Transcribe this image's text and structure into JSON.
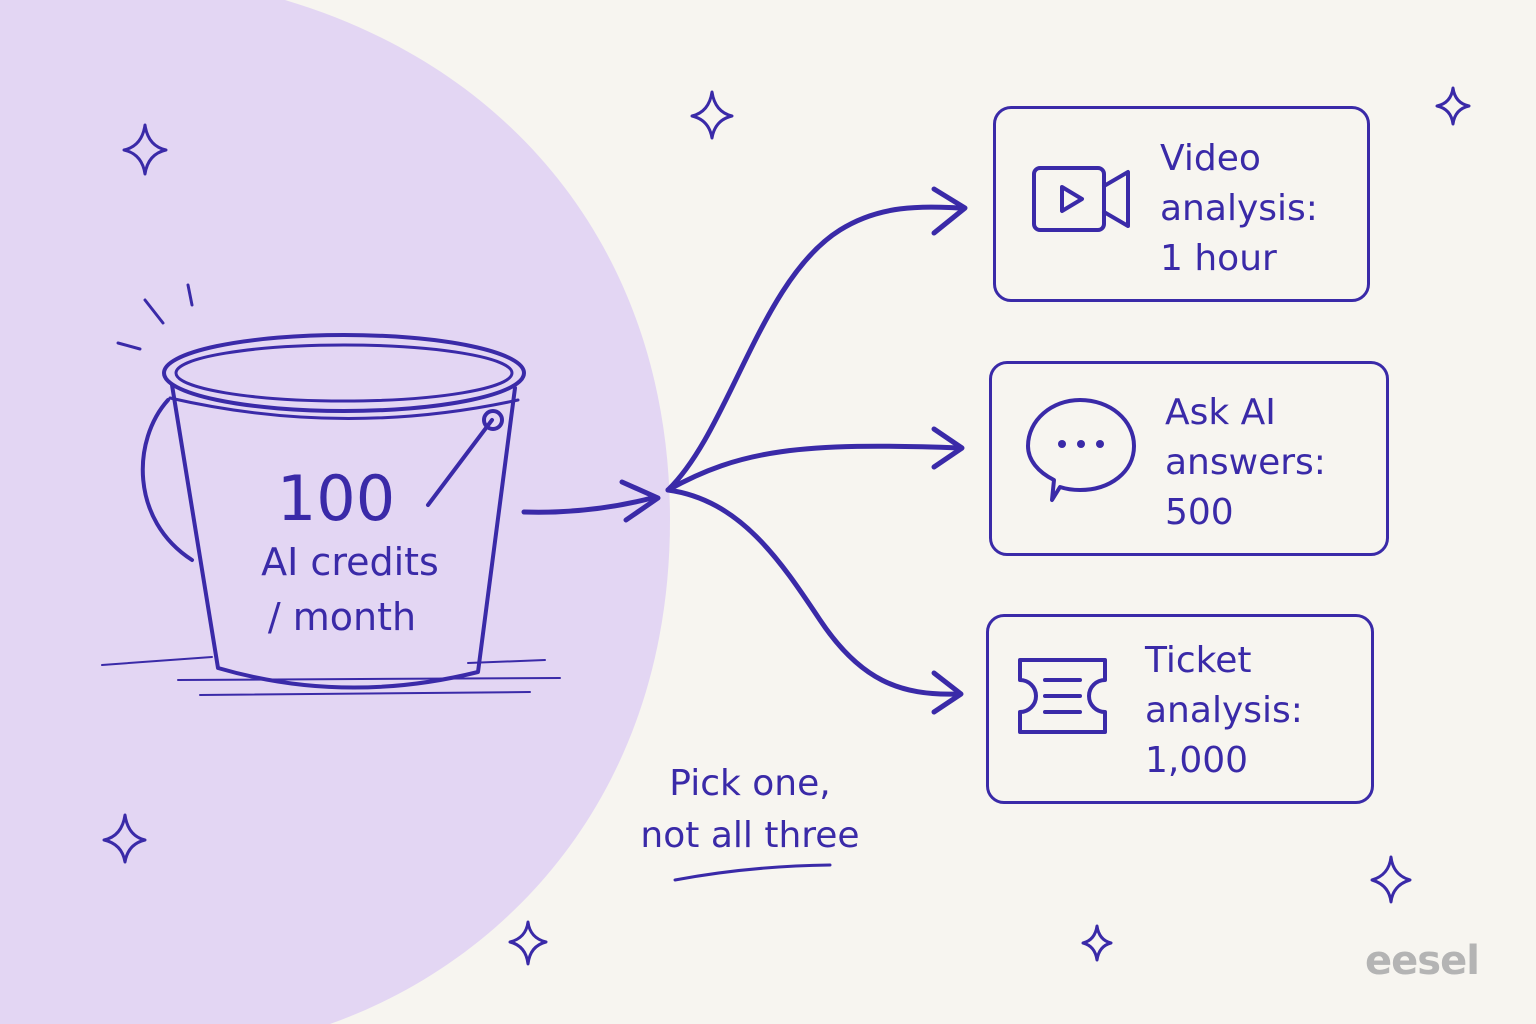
{
  "colors": {
    "ink": "#3a2aa8",
    "background": "#f7f5f0",
    "blob": "#e3d6f3",
    "logo": "#b4b4b4"
  },
  "bucket": {
    "amount": "100",
    "label_line1": "AI credits",
    "label_line2": "/ month"
  },
  "options": [
    {
      "icon": "video-camera-icon",
      "line1": "Video",
      "line2": "analysis:",
      "line3": "1 hour"
    },
    {
      "icon": "chat-bubble-icon",
      "line1": "Ask AI",
      "line2": "answers:",
      "line3": "500"
    },
    {
      "icon": "ticket-icon",
      "line1": "Ticket",
      "line2": "analysis:",
      "line3": "1,000"
    }
  ],
  "caption": {
    "line1": "Pick one,",
    "line2": "not all three"
  },
  "logo": "eesel"
}
